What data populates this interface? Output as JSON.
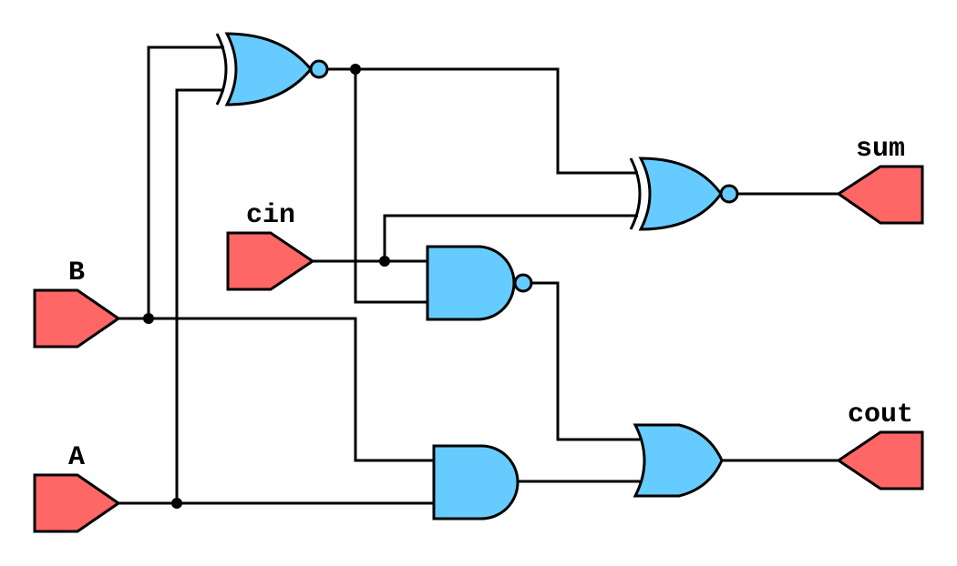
{
  "colors": {
    "gate_fill": "#66ccff",
    "port_fill": "#ff6666",
    "wire": "#000000"
  },
  "ports": {
    "a": "A",
    "b": "B",
    "cin": "cin",
    "sum": "sum",
    "cout": "cout"
  },
  "gates": [
    {
      "name": "xnor-gate-1",
      "type": "XNOR"
    },
    {
      "name": "xnor-gate-2",
      "type": "XNOR"
    },
    {
      "name": "nand-gate",
      "type": "NAND"
    },
    {
      "name": "and-gate",
      "type": "AND"
    },
    {
      "name": "or-gate",
      "type": "OR"
    }
  ]
}
